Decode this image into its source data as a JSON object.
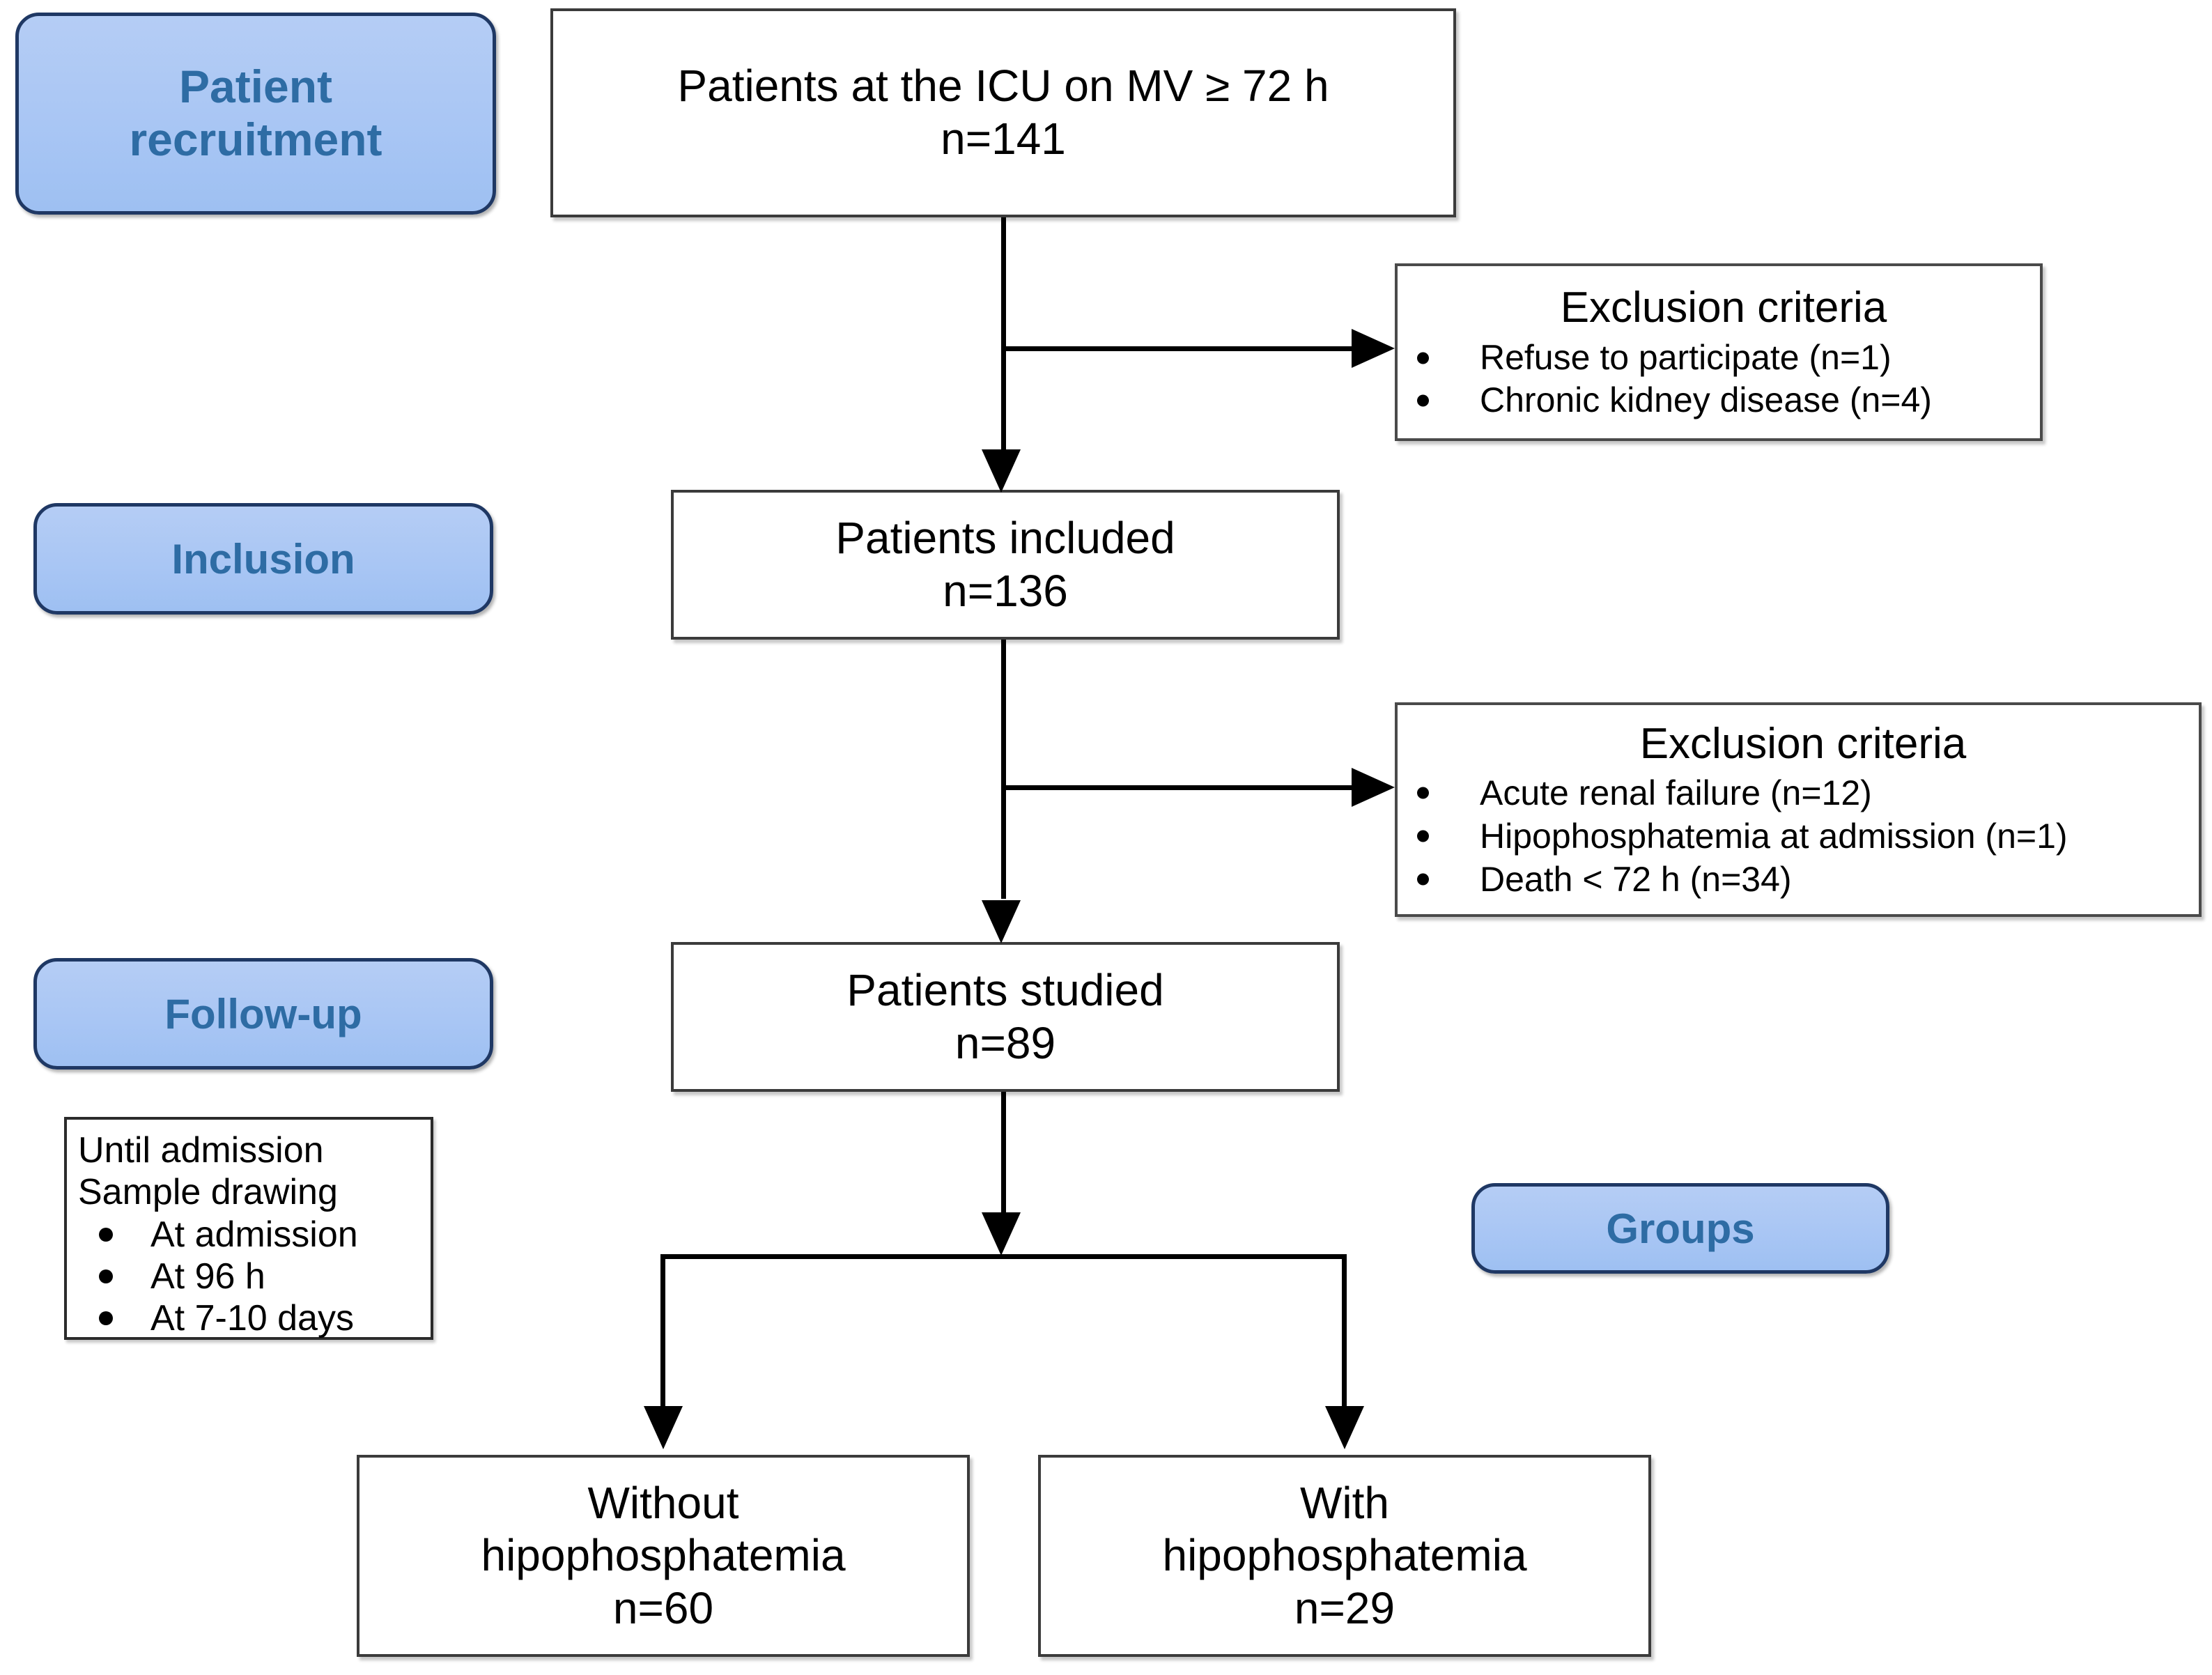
{
  "diagram": {
    "title": "Patient flow diagram",
    "accent_color": "#a9c6f4",
    "label_text_color": "#2e6ca4",
    "line_color": "#000000"
  },
  "stage_labels": [
    {
      "id": "patient-recruitment",
      "line1": "Patient",
      "line2": "recruitment"
    },
    {
      "id": "inclusion",
      "line1": "Inclusion",
      "line2": ""
    },
    {
      "id": "follow-up",
      "line1": "Follow-up",
      "line2": ""
    },
    {
      "id": "groups",
      "line1": "Groups",
      "line2": ""
    }
  ],
  "flow_boxes": {
    "screened": {
      "line1": "Patients at the ICU on MV ≥ 72 h",
      "line2": "n=141"
    },
    "included": {
      "line1": "Patients included",
      "line2": "n=136"
    },
    "studied": {
      "line1": "Patients studied",
      "line2": "n=89"
    },
    "group_without": {
      "line1": "Without",
      "line2": "hipophosphatemia",
      "line3": "n=60"
    },
    "group_with": {
      "line1": "With",
      "line2": "hipophosphatemia",
      "line3": "n=29"
    }
  },
  "exclusion_boxes": [
    {
      "id": "exclusion-1",
      "title": "Exclusion criteria",
      "items": [
        "Refuse to participate (n=1)",
        "Chronic kidney disease (n=4)"
      ]
    },
    {
      "id": "exclusion-2",
      "title": "Exclusion criteria",
      "items": [
        "Acute renal failure (n=12)",
        "Hipophosphatemia at admission (n=1)",
        "Death < 72 h (n=34)"
      ]
    }
  ],
  "note_box": {
    "line1": "Until admission",
    "line2": "Sample drawing",
    "items": [
      "At admission",
      "At 96 h",
      "At 7-10 days"
    ]
  }
}
